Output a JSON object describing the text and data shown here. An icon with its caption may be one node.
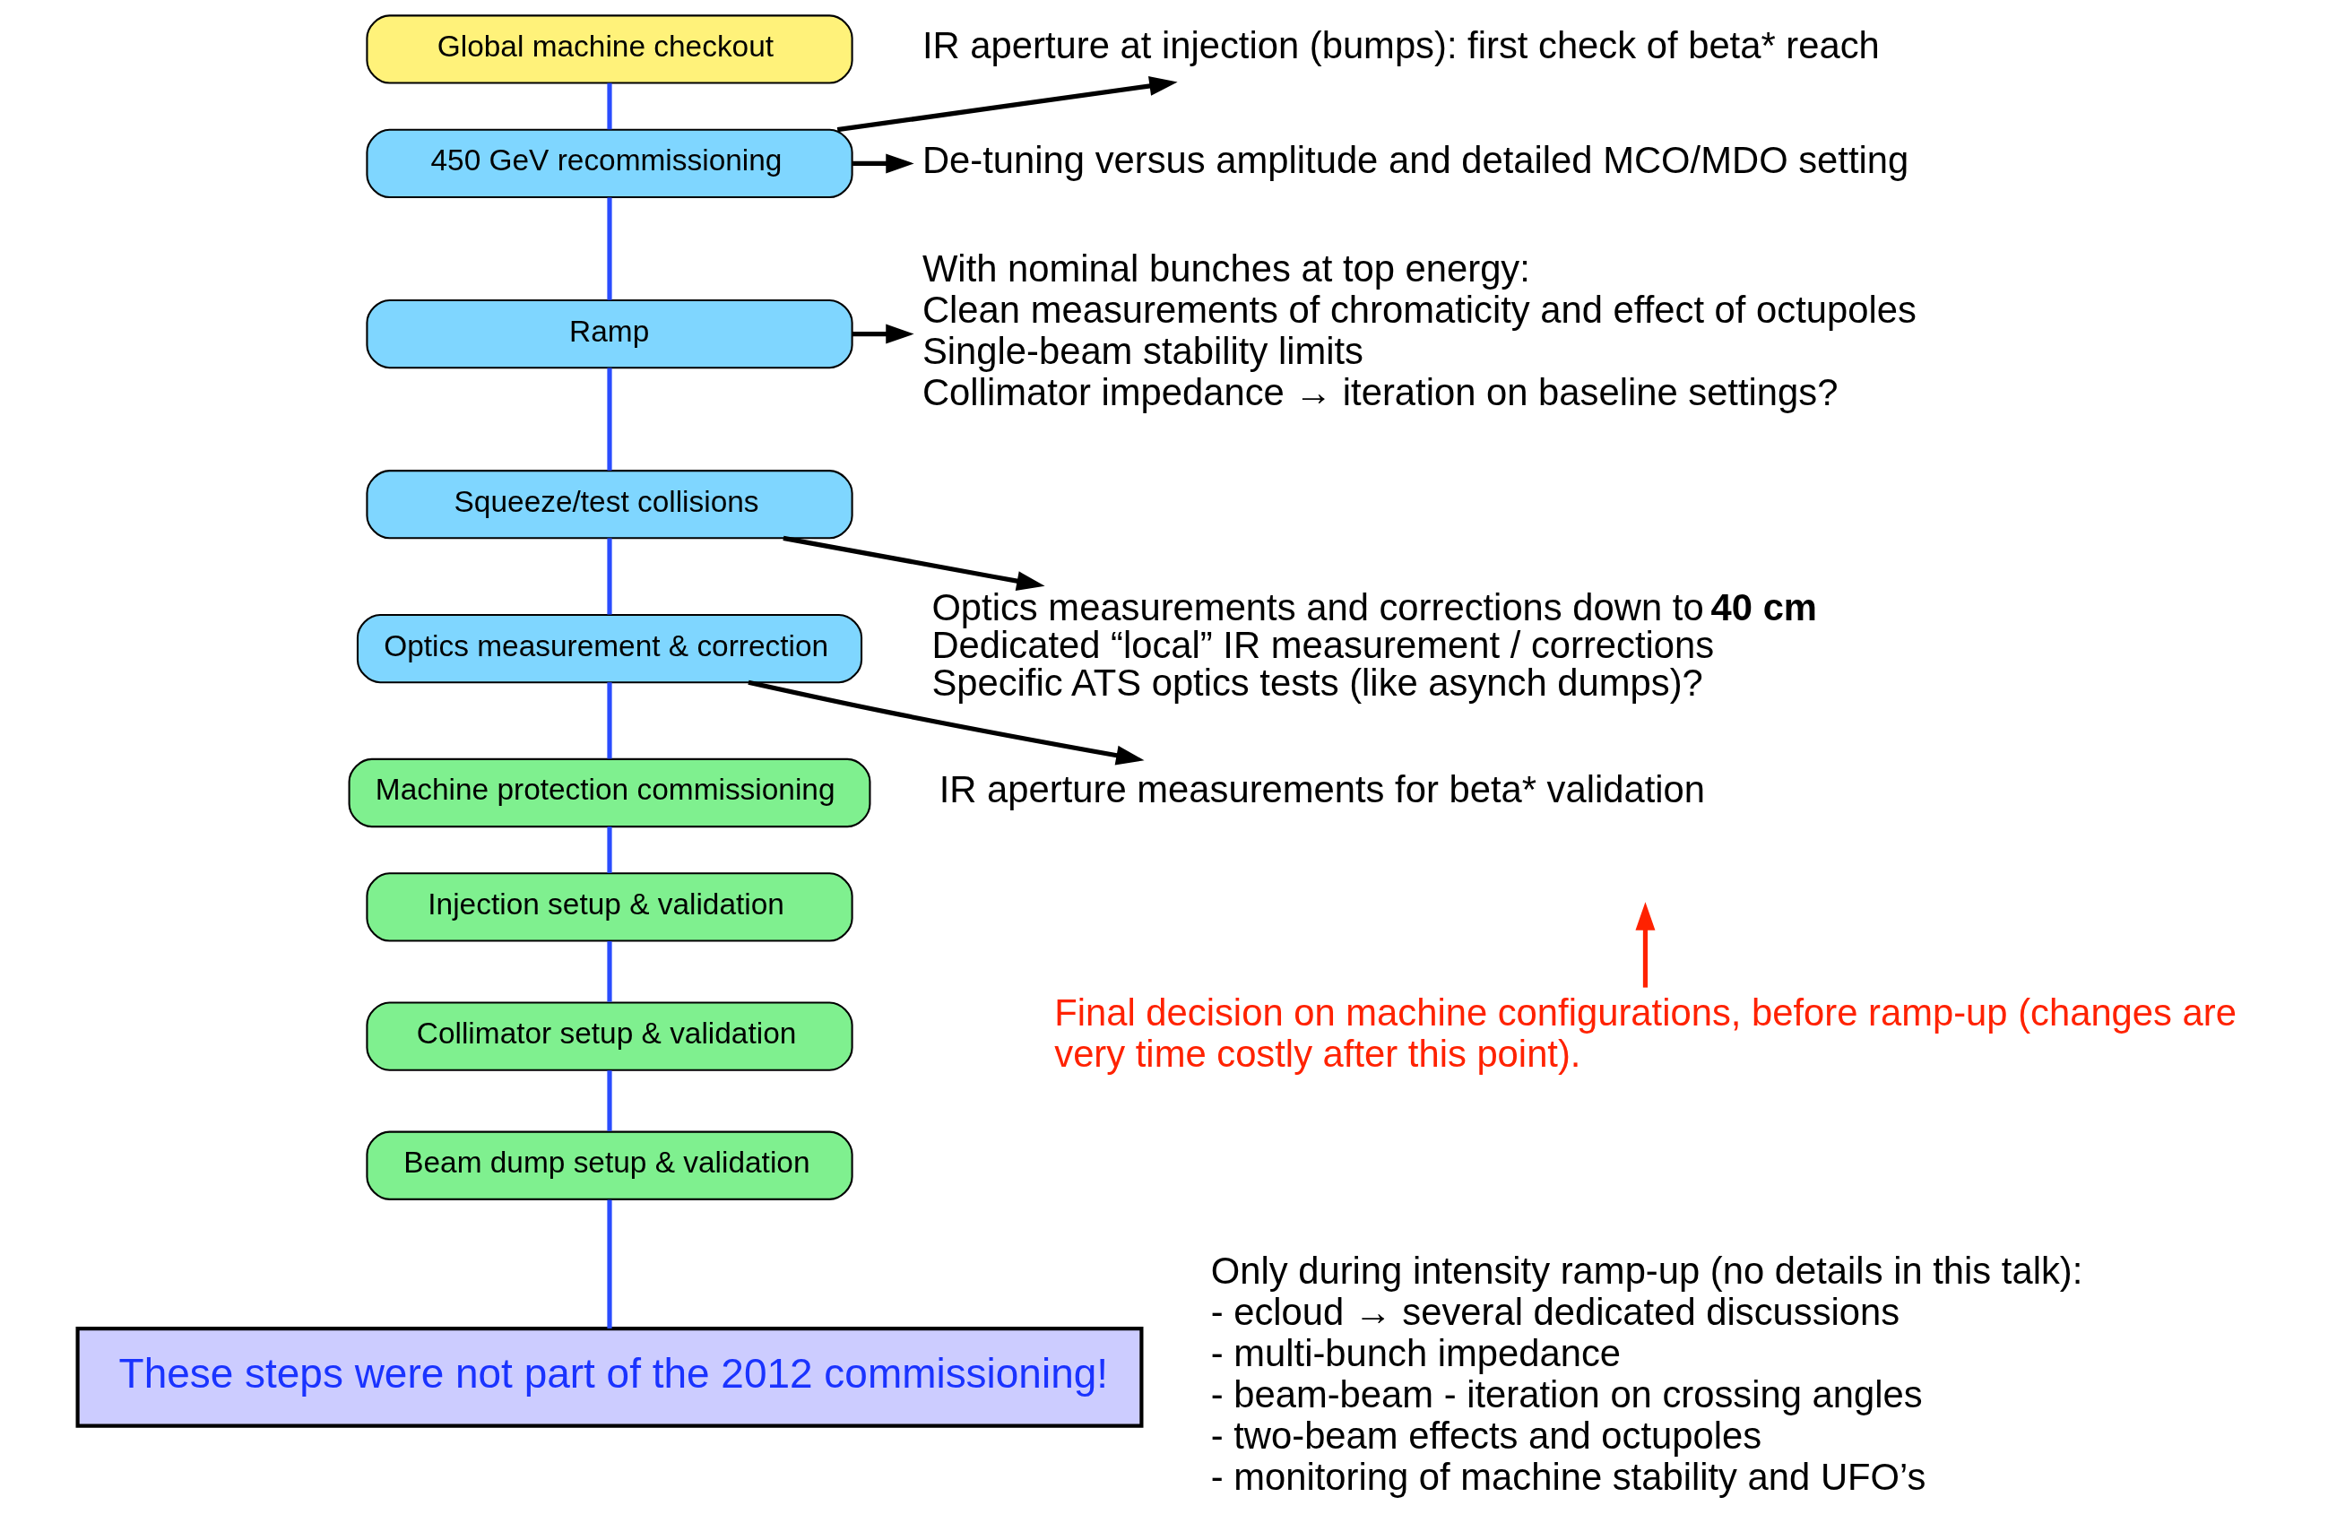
{
  "diagram": {
    "nodes": [
      {
        "text": [
          "Global machine checkout"
        ]
      },
      {
        "text": [
          "450 GeV recommissioning"
        ]
      },
      {
        "text": [
          "Ramp"
        ]
      },
      {
        "text": [
          "Squeeze/test collisions"
        ]
      },
      {
        "text": [
          "Optics measurement & correction"
        ]
      },
      {
        "text": [
          "Machine protection commissioning"
        ]
      },
      {
        "text": [
          "Injection setup & validation"
        ]
      },
      {
        "text": [
          "Collimator setup & validation"
        ]
      },
      {
        "text": [
          "Beam dump setup & validation"
        ]
      },
      {
        "text": [
          "These steps were not part of the 2012 commissioning!"
        ]
      },
      {
        "text": [
          "IR aperture at injection (bumps): first check of beta* reach"
        ]
      },
      {
        "text": [
          "De-tuning versus amplitude and detailed MCO/MDO setting"
        ]
      },
      {
        "text": [
          "With nominal bunches at top energy:",
          "Clean measurements of chromaticity and effect of octupoles",
          "Single-beam stability limits",
          "Collimator impedance → iteration on baseline settings?"
        ]
      },
      {
        "text": [
          "Optics measurements and corrections down to **40 cm**",
          "Dedicated “local” IR measurement / corrections",
          "Specific ATS optics tests (like asynch dumps)?"
        ]
      },
      {
        "text": [
          "IR aperture measurements for beta* validation"
        ]
      },
      {
        "text": [
          "Final decision on machine configurations, before ramp-up (changes are very time costly after this point)."
        ]
      }
    ],
    "edges": [
      {
        "from": 0,
        "to": 1,
        "arrow": "none"
      },
      {
        "from": 1,
        "to": 2,
        "arrow": "none"
      },
      {
        "from": 2,
        "to": 3,
        "arrow": "none"
      },
      {
        "from": 3,
        "to": 4,
        "arrow": "none"
      },
      {
        "from": 4,
        "to": 5,
        "arrow": "none"
      },
      {
        "from": 5,
        "to": 6,
        "arrow": "none"
      },
      {
        "from": 6,
        "to": 7,
        "arrow": "none"
      },
      {
        "from": 7,
        "to": 8,
        "arrow": "none"
      },
      {
        "from": 8,
        "to": 9,
        "arrow": "none"
      },
      {
        "from": 1,
        "to": 10,
        "arrow": "to",
        "color": "#000000"
      },
      {
        "from": 1,
        "to": 11,
        "arrow": "to",
        "color": "#000000"
      },
      {
        "from": 2,
        "to": 12,
        "arrow": "to",
        "color": "#000000"
      },
      {
        "from": 3,
        "to": 13,
        "arrow": "to",
        "color": "#000000"
      },
      {
        "from": 4,
        "to": 14,
        "arrow": "to",
        "color": "#000000"
      },
      {
        "from": 15,
        "to": null,
        "arrow": "to",
        "color": "#ff2200"
      }
    ],
    "labels": [
      "Only during intensity ramp-up (no details in this talk):",
      "- ecloud → several dedicated discussions",
      "- multi-bunch impedance",
      "- beam-beam - iteration on crossing angles",
      "- two-beam effects and octupoles",
      "- monitoring of machine stability and UFO’s"
    ]
  }
}
